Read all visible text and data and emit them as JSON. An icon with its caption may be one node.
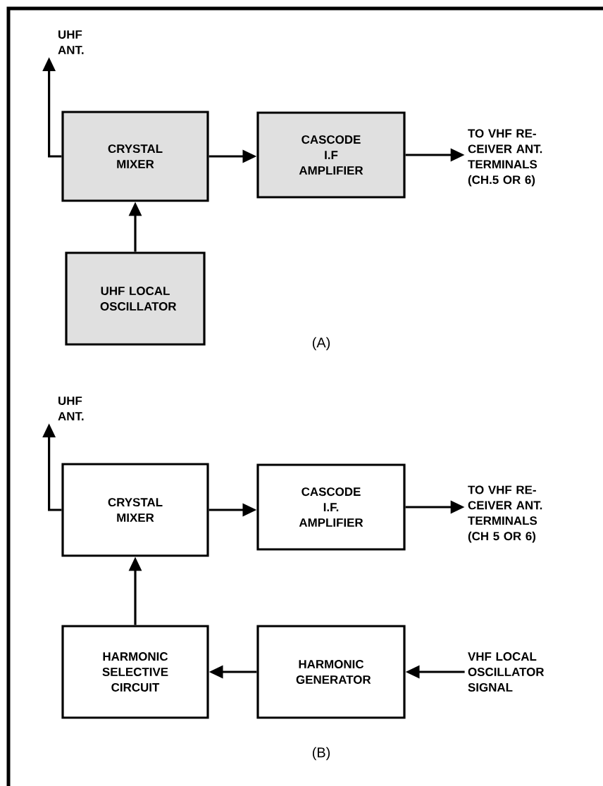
{
  "diagram": {
    "nodes": [
      {
        "text": [
          "UHF ANT."
        ]
      },
      {
        "text": [
          "CRYSTAL MIXER"
        ]
      },
      {
        "text": [
          "CASCODE I.F AMPLIFIER"
        ]
      },
      {
        "text": [
          "TO VHF RE- CEIVER ANT. TERMINALS (CH.5 OR 6)"
        ]
      },
      {
        "text": [
          "UHF LOCAL OSCILLATOR"
        ]
      },
      {
        "text": [
          "UHF ANT."
        ]
      },
      {
        "text": [
          "CRYSTAL MIXER"
        ]
      },
      {
        "text": [
          "CASCODE I.F. AMPLIFIER"
        ]
      },
      {
        "text": [
          "TO VHF RE- CEIVER ANT. TERMINALS (CH 5 OR 6)"
        ]
      },
      {
        "text": [
          "HARMONIC SELECTIVE CIRCUIT"
        ]
      },
      {
        "text": [
          "HARMONIC GENERATOR"
        ]
      },
      {
        "text": [
          "VHF LOCAL OSCILLATOR SIGNAL"
        ]
      }
    ],
    "edges": [
      {
        "from": 1,
        "to": 0,
        "arrow": "to"
      },
      {
        "from": 1,
        "to": 2,
        "arrow": "to"
      },
      {
        "from": 2,
        "to": 3,
        "arrow": "to"
      },
      {
        "from": 4,
        "to": 1,
        "arrow": "to"
      },
      {
        "from": 6,
        "to": 5,
        "arrow": "to"
      },
      {
        "from": 6,
        "to": 7,
        "arrow": "to"
      },
      {
        "from": 7,
        "to": 8,
        "arrow": "to"
      },
      {
        "from": 9,
        "to": 6,
        "arrow": "to"
      },
      {
        "from": 10,
        "to": 9,
        "arrow": "to"
      },
      {
        "from": 11,
        "to": 10,
        "arrow": "to"
      }
    ],
    "labels": [
      "(A)",
      "(B)"
    ]
  }
}
